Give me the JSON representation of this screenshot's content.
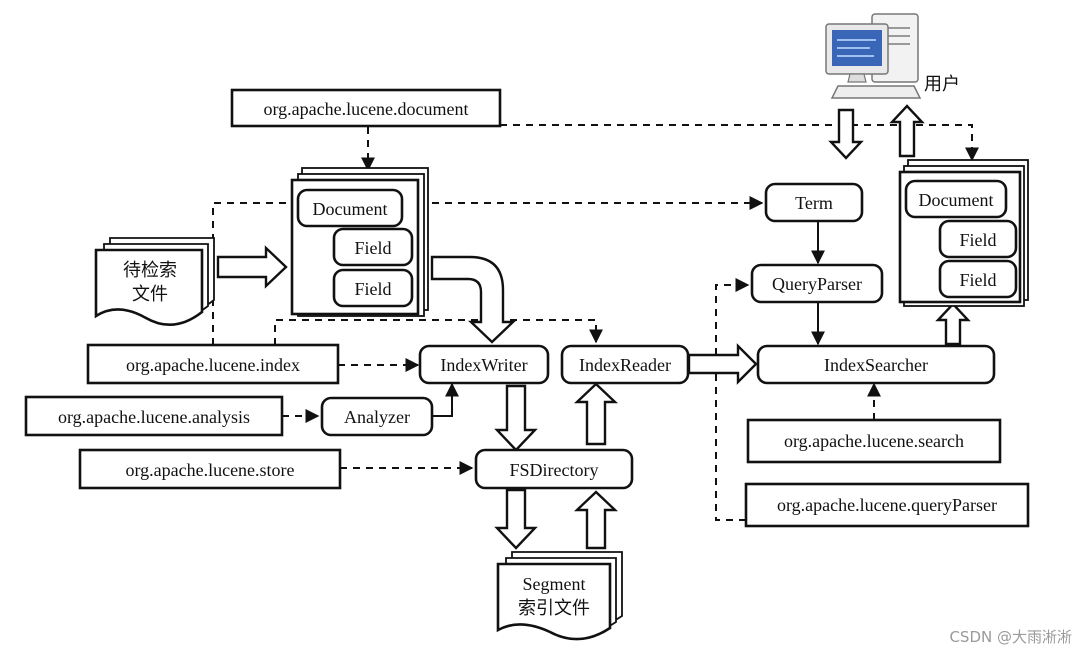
{
  "packages": {
    "document": "org.apache.lucene.document",
    "index": "org.apache.lucene.index",
    "analysis": "org.apache.lucene.analysis",
    "store": "org.apache.lucene.store",
    "search": "org.apache.lucene.search",
    "queryparser": "org.apache.lucene.queryParser"
  },
  "components": {
    "indexwriter": "IndexWriter",
    "indexreader": "IndexReader",
    "analyzer": "Analyzer",
    "fsdirectory": "FSDirectory",
    "term": "Term",
    "queryparser": "QueryParser",
    "indexsearcher": "IndexSearcher"
  },
  "left_doc": {
    "title": "Document",
    "field1": "Field",
    "field2": "Field"
  },
  "right_doc": {
    "title": "Document",
    "field1": "Field",
    "field2": "Field"
  },
  "source_files": {
    "line1": "待检索",
    "line2": "文件"
  },
  "segment": {
    "line1": "Segment",
    "line2": "索引文件"
  },
  "user": {
    "label": "用户"
  },
  "watermark": "CSDN @大雨淅淅"
}
